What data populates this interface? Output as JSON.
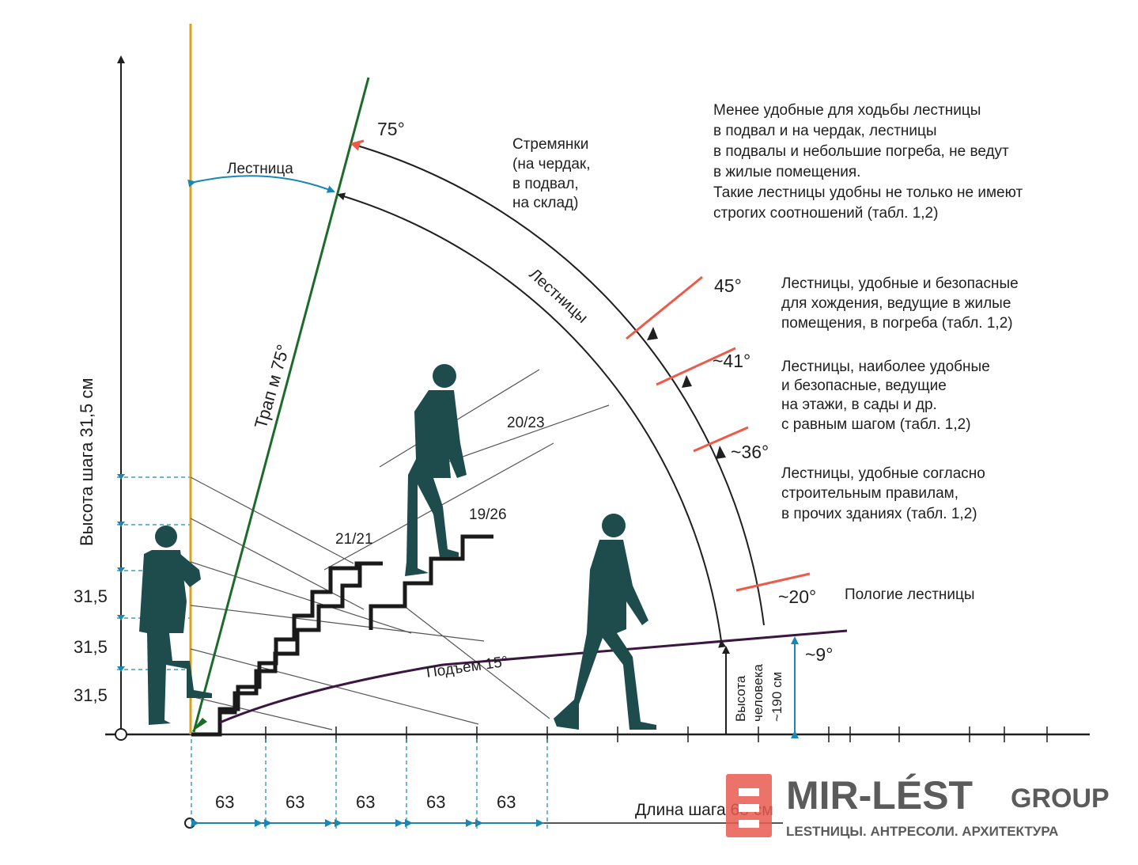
{
  "colors": {
    "ink": "#1f1f1f",
    "teal": "#1e4b4b",
    "wall": "#d9a21e",
    "green": "#1d6b2a",
    "red": "#ef5a48",
    "blue": "#1a86b3",
    "purple": "#3a1640",
    "brand_gray": "#5b5b5b",
    "brand_red": "#e75a4f"
  },
  "axes": {
    "vertical_label": "Высота шага 31,5 см",
    "horizontal_label": "Длина шага 63 см",
    "rise_values": [
      "31,5",
      "31,5",
      "31,5"
    ],
    "run_values": [
      "63",
      "63",
      "63",
      "63",
      "63"
    ]
  },
  "labels": {
    "ladder_arc": "Лестница",
    "trap": "Трап м 75°",
    "stairs_arc": "Лестницы",
    "ramp": "Подъем 15°",
    "ratio_21_21": "21/21",
    "ratio_19_26": "19/26",
    "ratio_20_23": "20/23",
    "person_height_1": "Высота",
    "person_height_2": "человека",
    "person_height_3": "~190 см"
  },
  "angles": [
    "75°",
    "45°",
    "~41°",
    "~36°",
    "~20°",
    "~9°"
  ],
  "notes": {
    "stepladder": [
      "Стремянки",
      "(на чердак,",
      "в подвал,",
      "на склад)"
    ],
    "top": [
      "Менее удобные для ходьбы лестницы",
      "в подвал и на чердак, лестницы",
      "в подвалы и небольшие погреба, не ведут",
      "в жилые помещения.",
      "Такие лестницы удобны не только не имеют",
      "строгих соотношений (табл. 1,2)"
    ],
    "n45": [
      "Лестницы, удобные и безопасные",
      "для хождения, ведущие в жилые",
      "помещения, в погреба (табл. 1,2)"
    ],
    "n41": [
      "Лестницы, наиболее удобные",
      "и безопасные, ведущие",
      "на этажи, в сады и др.",
      "с равным шагом (табл. 1,2)"
    ],
    "n36": [
      "Лестницы, удобные согласно",
      "строительным правилам,",
      "в прочих зданиях (табл. 1,2)"
    ],
    "n20": "Пологие лестницы"
  },
  "brand": {
    "name": "MIR-LÉST",
    "group": "GROUP",
    "tagline": "LESTНИЦЫ. АНТРЕСОЛИ. АРХИТЕКТУРА"
  }
}
